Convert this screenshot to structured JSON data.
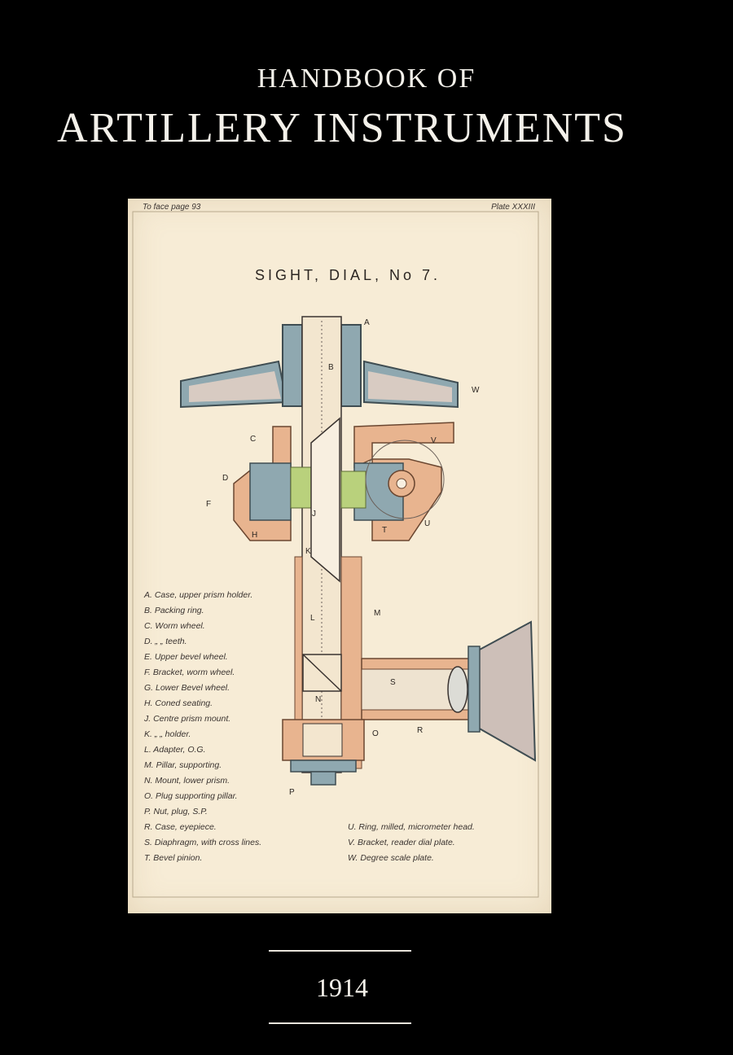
{
  "cover": {
    "title_line1": "HANDBOOK OF",
    "title_line2": "ARTILLERY INSTRUMENTS",
    "year": "1914"
  },
  "plate": {
    "top_left": "To face page 93",
    "top_right": "Plate XXXIII",
    "heading": "SIGHT, DIAL, No 7.",
    "callouts": [
      "A",
      "B",
      "W",
      "C",
      "V",
      "D",
      "F",
      "H",
      "J",
      "T",
      "U",
      "K",
      "L",
      "M",
      "S",
      "N",
      "R",
      "O",
      "P"
    ],
    "legend_left": [
      "A. Case, upper prism holder.",
      "B. Packing ring.",
      "C. Worm wheel.",
      "D.   „      „   teeth.",
      "E. Upper bevel wheel.",
      "F. Bracket, worm wheel.",
      "G. Lower Bevel wheel.",
      "H. Coned seating.",
      "J. Centre prism mount.",
      "K.    „        „   holder.",
      "L. Adapter, O.G.",
      "M. Pillar, supporting.",
      "N. Mount, lower prism.",
      "O. Plug supporting pillar.",
      "P. Nut, plug, S.P.",
      "R. Case, eyepiece.",
      "S. Diaphragm, with cross lines.",
      "T. Bevel pinion."
    ],
    "legend_right": [
      "U. Ring, milled, micrometer head.",
      "V. Bracket, reader dial plate.",
      "W. Degree scale plate."
    ]
  },
  "colors": {
    "background": "#000000",
    "paper": "#f7ecd6",
    "steel": "#7f9ba4",
    "brass": "#e8b48f",
    "green": "#b9d17c"
  }
}
